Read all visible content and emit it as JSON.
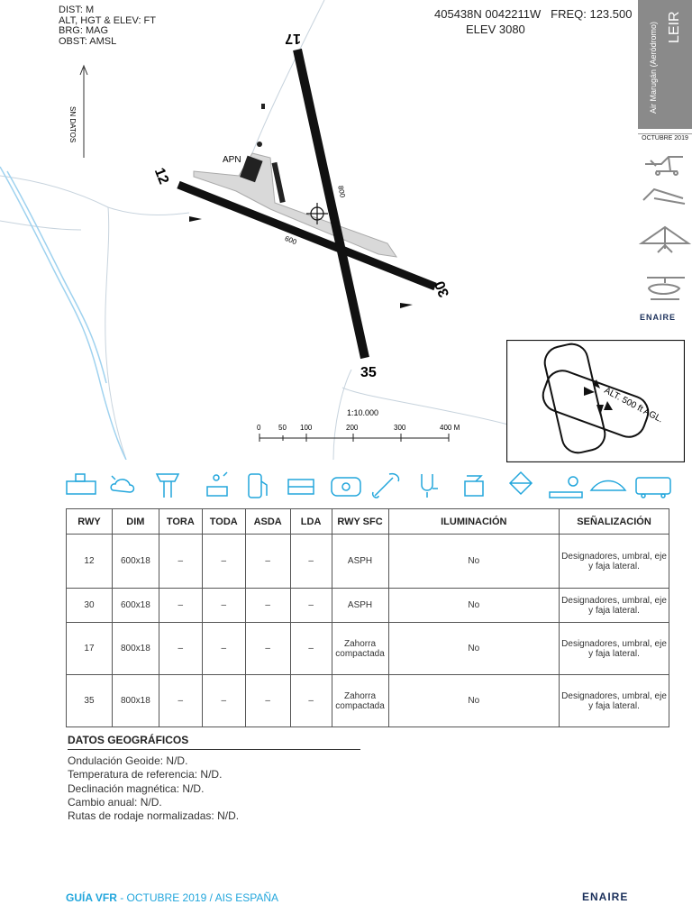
{
  "legend": {
    "lines": [
      "DIST: M",
      "ALT, HGT & ELEV: FT",
      "BRG: MAG",
      "OBST: AMSL"
    ]
  },
  "header": {
    "coords": "405438N 0042211W",
    "freq": "FREQ: 123.500",
    "elev": "ELEV 3080"
  },
  "sidebar": {
    "code": "LEIR",
    "name": "Air Marugán (Aeródromo)",
    "date": "OCTUBRE 2019",
    "brand": "ENAIRE"
  },
  "map": {
    "north_label": "SN DATOS",
    "apn_label": "APN",
    "rwy_12": "12",
    "rwy_30": "30",
    "rwy_17": "17",
    "rwy_35": "35",
    "len_600": "600",
    "len_800": "800",
    "circuit_alt": "ALT. 500 ft AGL.",
    "scale": "1:10.000",
    "scale_ticks": [
      "0",
      "50",
      "100",
      "200",
      "300",
      "400 M"
    ]
  },
  "services_icons": [
    "terminal-icon",
    "weather-icon",
    "tower-icon",
    "customs-icon",
    "fuel-icon",
    "lodging-icon",
    "hangar-icon",
    "repair-icon",
    "medical-icon",
    "fire-icon",
    "post-icon",
    "info-icon",
    "ramp-icon",
    "transport-icon"
  ],
  "table": {
    "headers": [
      "RWY",
      "DIM",
      "TORA",
      "TODA",
      "ASDA",
      "LDA",
      "RWY SFC",
      "ILUMINACIÓN",
      "SEÑALIZACIÓN"
    ],
    "rows": [
      [
        "12",
        "600x18",
        "–",
        "–",
        "–",
        "–",
        "ASPH",
        "No",
        "Designadores, umbral, eje y faja lateral."
      ],
      [
        "30",
        "600x18",
        "–",
        "–",
        "–",
        "–",
        "ASPH",
        "No",
        "Designadores, umbral, eje y faja lateral."
      ],
      [
        "17",
        "800x18",
        "–",
        "–",
        "–",
        "–",
        "Zahorra compactada",
        "No",
        "Designadores, umbral, eje y faja lateral."
      ],
      [
        "35",
        "800x18",
        "–",
        "–",
        "–",
        "–",
        "Zahorra compactada",
        "No",
        "Designadores, umbral, eje y faja lateral."
      ]
    ]
  },
  "geo": {
    "title": "DATOS GEOGRÁFICOS",
    "lines": [
      "Ondulación Geoide: N/D.",
      "Temperatura de referencia: N/D.",
      "Declinación magnética: N/D.",
      "Cambio anual: N/D.",
      "Rutas de rodaje normalizadas: N/D."
    ]
  },
  "footer": {
    "guide": "GUÍA VFR",
    "rest": " - OCTUBRE 2019 / AIS ESPAÑA",
    "brand": "ENAIRE"
  },
  "colors": {
    "accent": "#22a6dc",
    "sidebar": "#8a8a8a",
    "brand": "#1a2f5a"
  }
}
